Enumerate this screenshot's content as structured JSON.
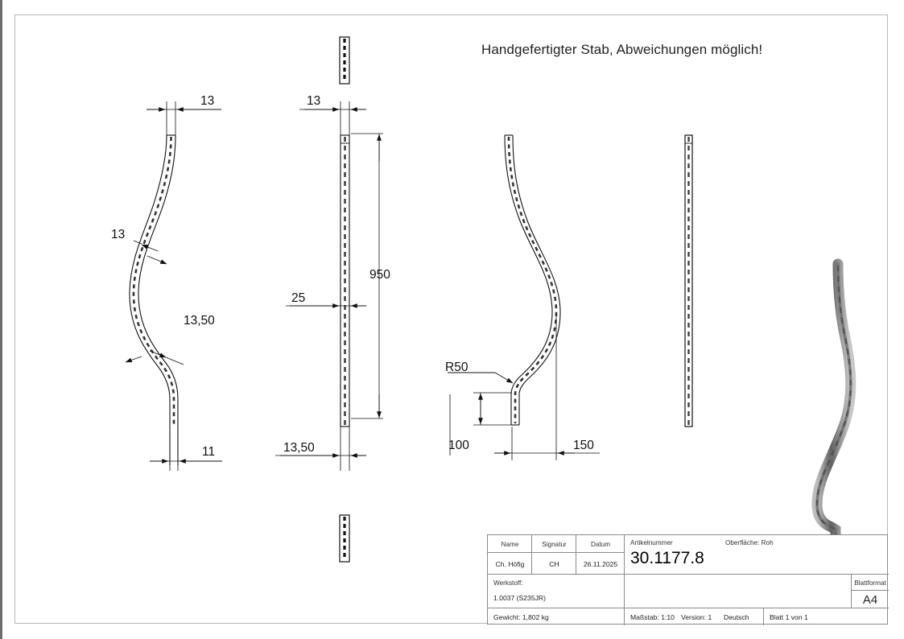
{
  "sheet": {
    "note": "Handgefertigter Stab, Abweichungen möglich!"
  },
  "views": {
    "front": {
      "dims": {
        "top_width": "13",
        "mid_upper": "13",
        "mid_lower": "13,50",
        "bottom_width": "11"
      }
    },
    "side": {
      "dims": {
        "top_width": "13",
        "mid_width": "25",
        "height": "950",
        "bottom_width": "13,50"
      }
    },
    "bend": {
      "dims": {
        "radius": "R50",
        "offset_vertical": "100",
        "offset_horizontal": "150"
      }
    }
  },
  "title_block": {
    "headers": {
      "name": "Name",
      "signatur": "Signatur",
      "datum": "Datum"
    },
    "values": {
      "name": "Ch. Höfig",
      "signatur": "CH",
      "datum": "26.11.2025"
    },
    "artikelnummer_label": "Artikelnummer",
    "artikelnummer_value": "30.1177.8",
    "oberflaeche": "Oberfläche:  Roh",
    "werkstoff_label": "Werkstoff:",
    "werkstoff_value": "1.0037 (S235JR)",
    "blattformat_label": "Blattformat",
    "blattformat_value": "A4",
    "gewicht": "Gewicht: 1,802 kg",
    "massstab": "Maßstab: 1:10",
    "version": "Version: 1",
    "sprache": "Deutsch",
    "blatt": "Blatt 1 von 1"
  },
  "colors": {
    "line": "#111111",
    "border": "#b8b8b8",
    "table": "#8a8a8a",
    "render_light": "#b4b4b4",
    "render_dark": "#6a6a6a"
  }
}
